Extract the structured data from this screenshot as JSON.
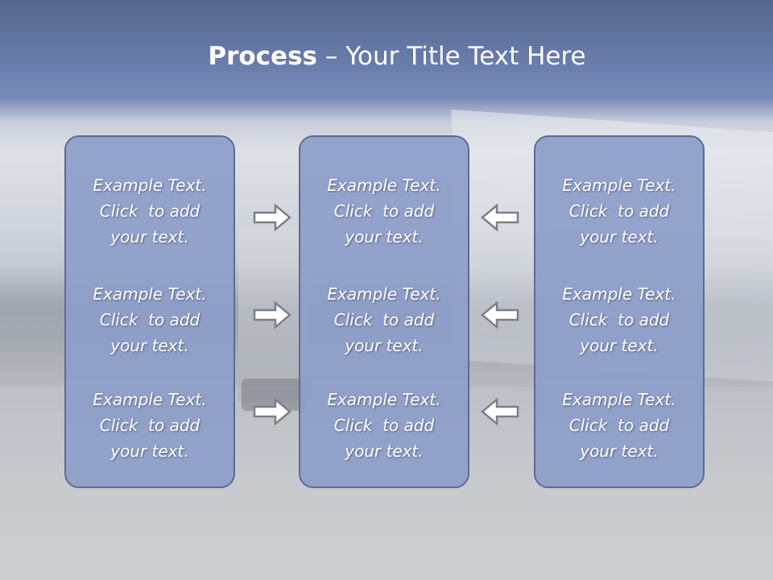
{
  "slide": {
    "title_bold": "Process",
    "title_sep": " – ",
    "title_rest": "Your Title Text Here"
  },
  "columns": [
    {
      "items": [
        {
          "line1": "Example Text.",
          "line2": "Click  to add",
          "line3": "your text."
        },
        {
          "line1": "Example Text.",
          "line2": "Click  to add",
          "line3": "your text."
        },
        {
          "line1": "Example Text.",
          "line2": "Click  to add",
          "line3": "your text."
        }
      ]
    },
    {
      "items": [
        {
          "line1": "Example Text.",
          "line2": "Click  to add",
          "line3": "your text."
        },
        {
          "line1": "Example Text.",
          "line2": "Click  to add",
          "line3": "your text."
        },
        {
          "line1": "Example Text.",
          "line2": "Click  to add",
          "line3": "your text."
        }
      ]
    },
    {
      "items": [
        {
          "line1": "Example Text.",
          "line2": "Click  to add",
          "line3": "your text."
        },
        {
          "line1": "Example Text.",
          "line2": "Click  to add",
          "line3": "your text."
        },
        {
          "line1": "Example Text.",
          "line2": "Click  to add",
          "line3": "your text."
        }
      ]
    }
  ],
  "arrows": {
    "left_group": "right-arrow-icon",
    "right_group": "left-arrow-icon"
  },
  "colors": {
    "panel_fill": "#8d9dc9",
    "panel_border": "#5d6b93",
    "text": "#ffffff",
    "header_band": "#6b7fae"
  }
}
